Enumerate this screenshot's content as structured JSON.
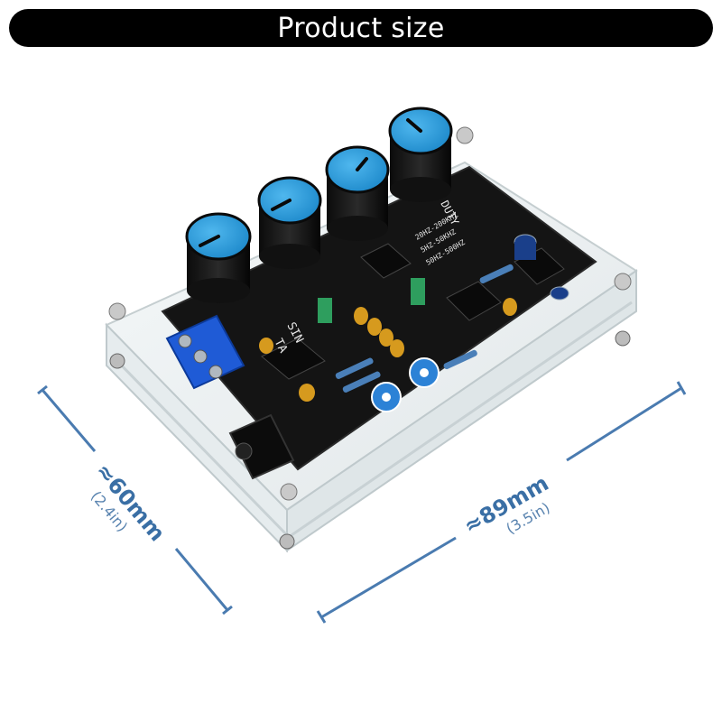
{
  "banner": {
    "title": "Product size"
  },
  "dimensions": {
    "width": {
      "value": "≈60mm",
      "imperial": "(2.4in)"
    },
    "length": {
      "value": "≈89mm",
      "imperial": "(3.5in)"
    }
  },
  "colors": {
    "dimension_line": "#4a7bb0",
    "knob_cap": "#2196d8",
    "pcb": "#141414",
    "terminal_block": "#1f5bd6",
    "jumper": "#2e9e5e",
    "capacitor": "#d69a1e"
  },
  "board_labels": {
    "l1": "SIN",
    "l2": "TA",
    "l3": "DUTY",
    "l4": "20HZ-200KHZ",
    "l5": "5HZ-50KHZ",
    "l6": "50HZ-500HZ"
  }
}
